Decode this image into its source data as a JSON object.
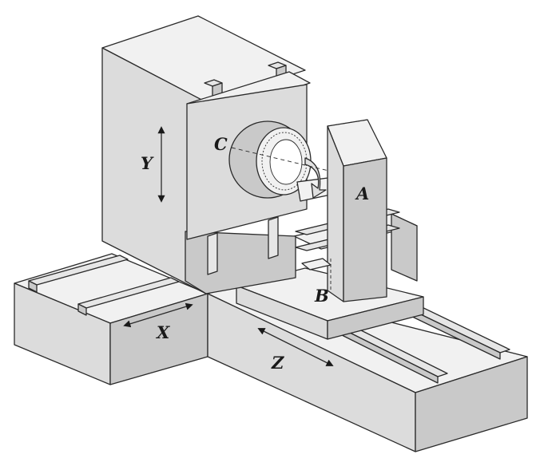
{
  "labels": {
    "axis_y": "Y",
    "axis_x": "X",
    "axis_z": "Z",
    "rot_a": "A",
    "rot_b": "B",
    "rot_c": "C"
  },
  "colors": {
    "top": "#f1f1f1",
    "front": "#dcdcdc",
    "side": "#c9c9c9",
    "rail": "#e6e6e6",
    "line": "#2a2a2a"
  }
}
